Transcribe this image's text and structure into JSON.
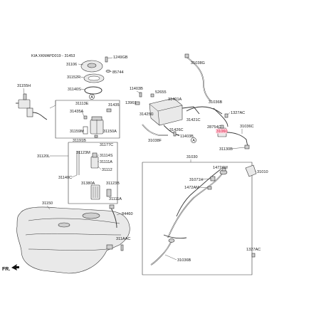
{
  "header": {
    "title": "KIA XKMAPD019 - 31453"
  },
  "orientation": {
    "label": "FR."
  },
  "labels": {
    "p31106": "31106",
    "p1249gb": "1249GB",
    "p85744": "85744",
    "p31152r": "31152R",
    "p31140s": "31140S",
    "p31155h": "31155H",
    "p31113e": "31113E",
    "p31435": "31435",
    "p31435a": "31435A",
    "p31159m": "31159M",
    "p31150a": "31150A",
    "p31191b": "31191B",
    "p31177c": "31177C",
    "p31120l": "31120L",
    "p31123m": "31123M",
    "p31114s": "31114S",
    "p31111a": "31111A",
    "p31112": "31112",
    "p31140c": "31140C",
    "p31380a": "31380A",
    "p31123b": "31123B",
    "p31111a2": "31111A",
    "p31150": "31150",
    "p84460": "84460",
    "p311aac": "311AAC",
    "p11403b_a": "11403B",
    "p13961": "13961",
    "p52655": "52655",
    "p31401a": "31401A",
    "p31425c": "31425C",
    "p31421c": "31421C",
    "p31426c": "31426C",
    "p11403b_b": "11403B",
    "p31038f": "31038F",
    "p31038g": "31038G",
    "p31036b": "31036B",
    "p1327ac_a": "1327AC",
    "p28754c": "28754C",
    "p31060": "31060",
    "p31036c": "31036C",
    "p31130b": "31130B",
    "p31030": "31030",
    "p1472am_a": "1472AM",
    "p31010": "31010",
    "p31071h": "31071H",
    "p1472am_b": "1472AM",
    "p1327ac_b": "1327AC",
    "p31036b2": "31036B",
    "ref_a1": "A",
    "ref_a2": "A"
  },
  "highlight": {
    "fill": "#ffd6e0",
    "text": "#d4002a"
  }
}
